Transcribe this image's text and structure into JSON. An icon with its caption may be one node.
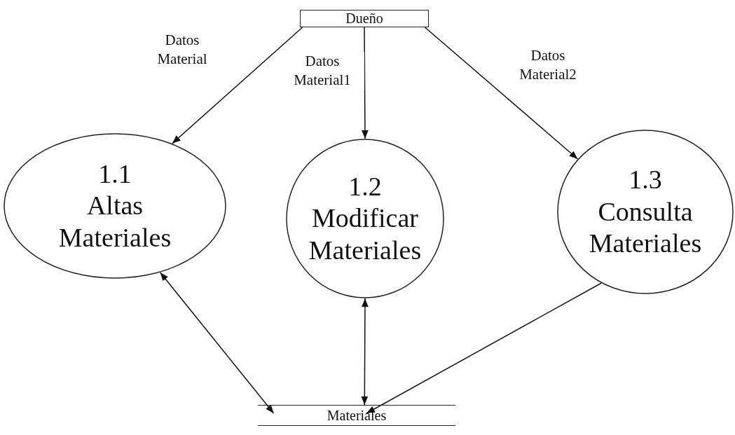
{
  "diagram": {
    "nodes": [
      {
        "text": [
          "Dueño"
        ]
      },
      {
        "text": [
          "1.1",
          "Altas Materiales"
        ]
      },
      {
        "text": [
          "1.2",
          "Modificar Materiales"
        ]
      },
      {
        "text": [
          "1.3",
          "Consulta Materiales"
        ]
      },
      {
        "text": [
          "Materiales"
        ]
      }
    ],
    "edges": [
      {
        "from": 0,
        "to": 1,
        "arrow": "to",
        "label": "Datos Material"
      },
      {
        "from": 0,
        "to": 2,
        "arrow": "to",
        "label": "Datos Material1"
      },
      {
        "from": 0,
        "to": 3,
        "arrow": "to",
        "label": "Datos Material2"
      },
      {
        "from": 1,
        "to": 4,
        "arrow": "both"
      },
      {
        "from": 2,
        "to": 4,
        "arrow": "both"
      },
      {
        "from": 3,
        "to": 4,
        "arrow": "to"
      }
    ]
  }
}
